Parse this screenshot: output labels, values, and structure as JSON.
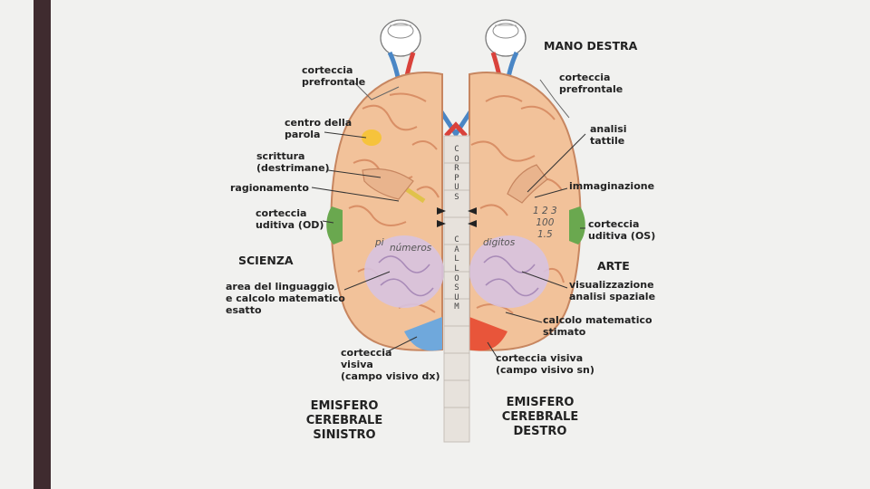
{
  "colors": {
    "sidebar": "#3f2b2f",
    "background": "#f1f1ef",
    "brain": "#f2c29a",
    "brain_fold": "#d98f66",
    "language_area": "#d7c3e0",
    "auditory": "#6aa84f",
    "visual_left": "#6fa8dc",
    "visual_right": "#e8553a",
    "speech_center": "#f6c33c",
    "nerve_red": "#d9423b",
    "nerve_blue": "#4a86c5"
  },
  "labels": {
    "mano_destra": "MANO DESTRA",
    "corteccia_prefrontale_left": "corteccia\nprefrontale",
    "corteccia_prefrontale_right": "corteccia\nprefrontale",
    "centro_parola": "centro della\nparola",
    "analisi_tattile": "analisi\ntattile",
    "scrittura": "scrittura\n(destrimane)",
    "ragionamento": "ragionamento",
    "immaginazione": "immaginazione",
    "corteccia_uditiva_od": "corteccia\nuditiva (OD)",
    "corteccia_uditiva_os": "corteccia\nuditiva (OS)",
    "scienza": "SCIENZA",
    "arte": "ARTE",
    "area_linguaggio": "area del linguaggio\ne calcolo matematico\nesatto",
    "visualizzazione": "visualizzazione\nanalisi spaziale",
    "calcolo_stimato": "calcolo matematico\nstimato",
    "corteccia_visiva_dx": "corteccia\nvisiva\n(campo visivo dx)",
    "corteccia_visiva_sn": "corteccia visiva\n(campo visivo sn)",
    "emisfero_sinistro": "EMISFERO CEREBRALE\nSINISTRO",
    "emisfero_destro": "EMISFERO CEREBRALE\nDESTRO"
  },
  "in_image_text": {
    "pi": "pi",
    "numeros": "números",
    "digitos": "digitos",
    "nums": "1 2 3\n100\n1.5"
  },
  "corpus_callosum_letters": [
    "C",
    "O",
    "R",
    "P",
    "U",
    "S",
    "",
    "C",
    "A",
    "L",
    "L",
    "O",
    "S",
    "U",
    "M"
  ]
}
